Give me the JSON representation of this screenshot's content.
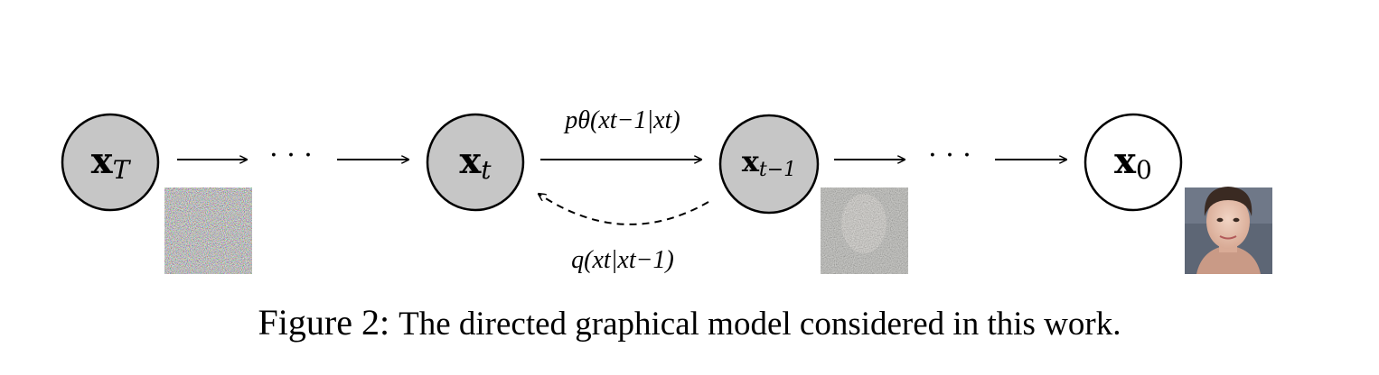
{
  "nodes": [
    {
      "id": "xT",
      "var": "x",
      "sub": "T",
      "fill": "#c6c6c6"
    },
    {
      "id": "xt",
      "var": "x",
      "sub": "t",
      "fill": "#c6c6c6"
    },
    {
      "id": "xt1",
      "var": "x",
      "sub": "t−1",
      "fill": "#c6c6c6"
    },
    {
      "id": "x0",
      "var": "x",
      "sub": "0",
      "fill": "#ffffff"
    }
  ],
  "ellipsis": "· · ·",
  "reverse_label": "pθ(xt−1|xt)",
  "forward_label": "q(xt|xt−1)",
  "images": {
    "noise": "pure-noise-image",
    "partial": "partially-denoised-face-image",
    "clean": "clean-face-image"
  },
  "caption": {
    "prefix": "Figure 2:",
    "text": "The directed graphical model considered in this work."
  }
}
